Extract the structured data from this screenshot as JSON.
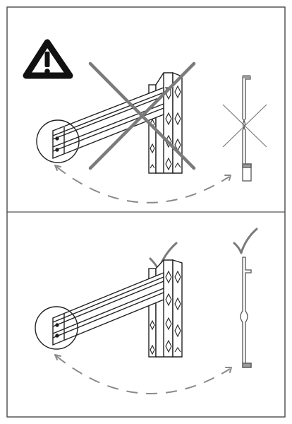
{
  "document": {
    "panels": [
      {
        "id": "incorrect-assembly",
        "status": "wrong",
        "icons": [
          "warning-triangle-icon",
          "cross-out-icon",
          "profile-cross-icon"
        ]
      },
      {
        "id": "correct-assembly",
        "status": "right",
        "icons": [
          "check-mark-icon",
          "check-mark-icon"
        ]
      }
    ],
    "colors": {
      "line": "#222222",
      "outline": "#555555",
      "grey_cross": "#7a7a7a",
      "dashed_arrow": "#8a8a8a",
      "profile_fill": "#9a9a9a",
      "background": "#ffffff"
    }
  }
}
